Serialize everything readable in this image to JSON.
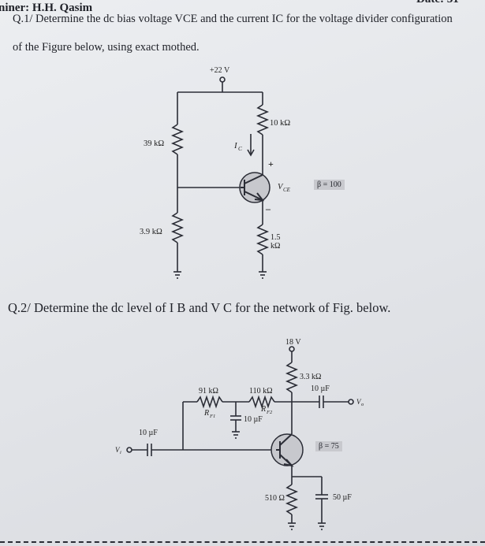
{
  "header": {
    "examiner": "niner: H.H. Qasim",
    "date_fragment": "Date: 31"
  },
  "question1": {
    "line1": "Q.1/ Determine the dc bias voltage VCE and the current IC for the voltage divider configuration",
    "line2": "of the Figure below, using exact mothed.",
    "circuit": {
      "supply": "+22 V",
      "r1": "39 kΩ",
      "r2": "3.9 kΩ",
      "rc": "10 kΩ",
      "re_value": "1.5",
      "re_unit": "kΩ",
      "ic_label": "I",
      "ic_sub": "C",
      "vce_label": "V",
      "vce_sub": "CE",
      "plus": "+",
      "minus": "–",
      "beta": "β = 100"
    }
  },
  "question2": {
    "text": "Q.2/ Determine the dc level of I B and V C for the network of Fig. below.",
    "circuit": {
      "supply": "18 V",
      "rc": "3.3 kΩ",
      "cout": "10 µF",
      "vo": "V",
      "vo_sub": "o",
      "rf1_value": "91 kΩ",
      "rf1_label": "R",
      "rf1_sub": "F1",
      "rf2_value": "110 kΩ",
      "rf2_label": "R",
      "rf2_sub": "F2",
      "cmid": "10 µF",
      "cin": "10 µF",
      "vi": "V",
      "vi_sub": "i",
      "beta": "β = 75",
      "re": "510 Ω",
      "ce": "50 µF"
    }
  }
}
